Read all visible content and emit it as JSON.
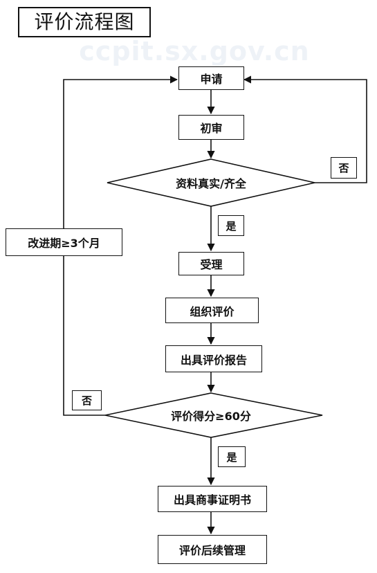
{
  "title": "评价流程图",
  "watermark": "ccpit.sx.gov.cn",
  "steps": {
    "apply": "申请",
    "initial_review": "初审",
    "accept": "受理",
    "organize_evaluation": "组织评价",
    "issue_report": "出具评价报告",
    "issue_certificate": "出具商事证明书",
    "post_management": "评价后续管理"
  },
  "decisions": {
    "documents_check": "资料真实/齐全",
    "score_check": "评价得分≥60分"
  },
  "labels": {
    "yes_1": "是",
    "no_1": "否",
    "yes_2": "是",
    "no_2": "否",
    "improvement": "改进期≥3个月"
  }
}
